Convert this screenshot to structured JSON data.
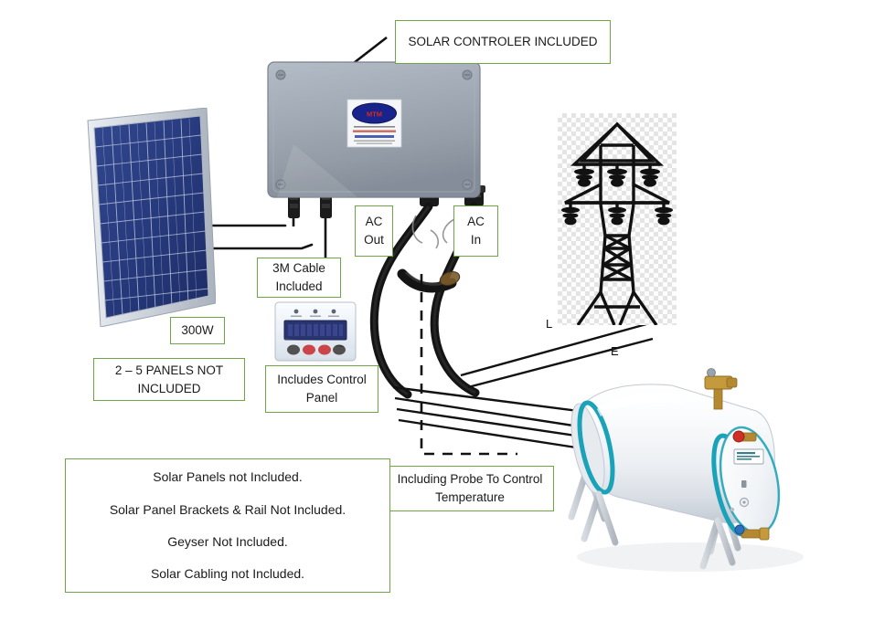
{
  "diagram": {
    "title": "Solar Geyser Installation Diagram",
    "accent_border_color": "#6FA644",
    "background_color": "#FFFFFF"
  },
  "callouts": {
    "solar_controller": "SOLAR CONTROLER INCLUDED",
    "ac_out": "AC\nOut",
    "ac_in": "AC\nIn",
    "cable_3m": "3M Cable\nIncluded",
    "wattage": "300W",
    "panels_not_included": "2 – 5 PANELS NOT\nINCLUDED",
    "includes_control_panel": "Includes Control\nPanel",
    "probe": "Including Probe To Control\nTemperature"
  },
  "wire_labels": {
    "live": "L",
    "earth": "E"
  },
  "disclaimer": {
    "lines": [
      "Solar Panels not Included.",
      "Solar Panel Brackets & Rail Not Included.",
      "Geyser Not Included.",
      "Solar Cabling not Included."
    ]
  },
  "components": {
    "solar_panel": {
      "name": "solar-panel",
      "cell_color": "#2b3f86",
      "frame_color": "#c9ced6",
      "rows": 10,
      "cols": 6
    },
    "controller_box": {
      "name": "solar-controller-enclosure",
      "body_color": "#9aa2ad",
      "label_sticker_color": "#1d2f8f"
    },
    "control_panel": {
      "name": "control-panel-keypad",
      "body_color": "#eef2f7",
      "screen_color": "#2a3470",
      "buttons": [
        "#3a3a3a",
        "#c32b30",
        "#c32b30",
        "#3a3a3a"
      ]
    },
    "pylon": {
      "name": "electricity-pylon",
      "line_color": "#111111"
    },
    "geyser": {
      "name": "geyser-water-heater",
      "body_color": "#f2f4f6",
      "band_color": "#1aa3b8",
      "fitting_color": "#b5892f",
      "leg_color": "#b8bdc4"
    }
  }
}
